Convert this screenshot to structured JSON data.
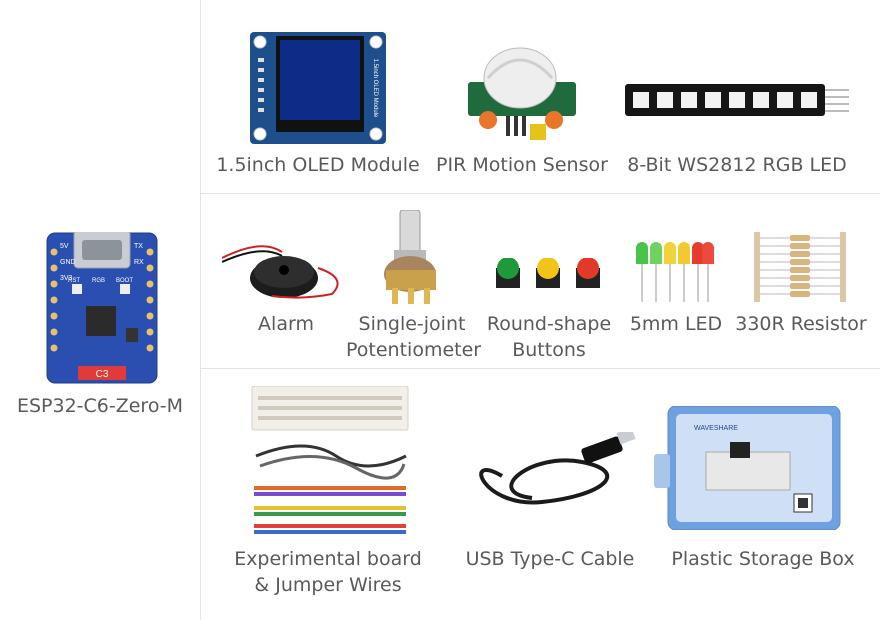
{
  "main_board": {
    "caption": "ESP32-C6-Zero-M",
    "pin_labels": [
      "5V",
      "GND",
      "3V3",
      "RST",
      "RGB",
      "BOOT",
      "TX",
      "RX"
    ],
    "chip_label": "C3"
  },
  "row1": [
    {
      "caption": "1.5inch OLED Module",
      "print": "1.5inch OLED Module"
    },
    {
      "caption": "PIR Motion Sensor"
    },
    {
      "caption": "8-Bit WS2812 RGB LED"
    }
  ],
  "row2": [
    {
      "caption": "Alarm"
    },
    {
      "caption_line1": "Single-joint",
      "caption_line2": "Potentiometer"
    },
    {
      "caption_line1": "Round-shape",
      "caption_line2": "Buttons"
    },
    {
      "caption": "5mm LED"
    },
    {
      "caption": "330R Resistor"
    }
  ],
  "row3": [
    {
      "caption_line1": "Experimental board",
      "caption_line2": "& Jumper Wires"
    },
    {
      "caption": "USB Type-C Cable"
    },
    {
      "caption": "Plastic Storage Box",
      "box_logo": "WAVESHARE"
    }
  ]
}
